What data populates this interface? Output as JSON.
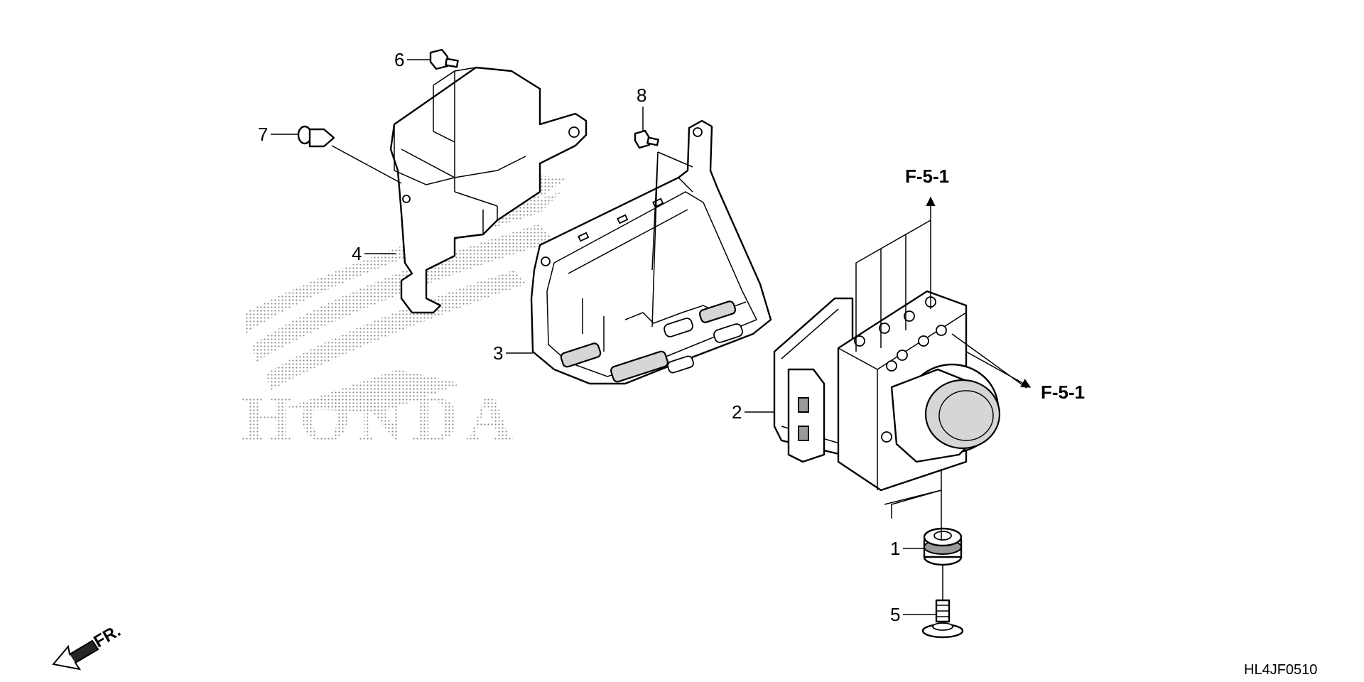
{
  "callouts": [
    {
      "id": "1",
      "label": "1"
    },
    {
      "id": "2",
      "label": "2"
    },
    {
      "id": "3",
      "label": "3"
    },
    {
      "id": "4",
      "label": "4"
    },
    {
      "id": "5",
      "label": "5"
    },
    {
      "id": "6",
      "label": "6"
    },
    {
      "id": "7",
      "label": "7"
    },
    {
      "id": "8",
      "label": "8"
    }
  ],
  "references": {
    "top": "F-5-1",
    "right": "F-5-1"
  },
  "watermark": "HONDA",
  "front_indicator": "FR.",
  "diagram_code": "HL4JF0510"
}
